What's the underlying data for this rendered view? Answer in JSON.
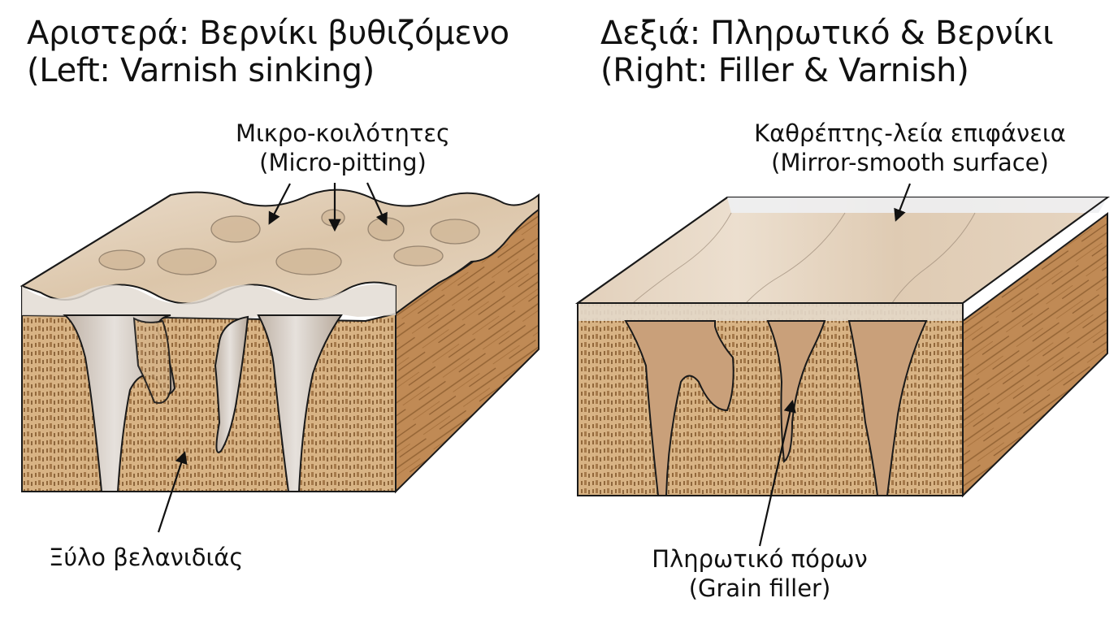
{
  "left_panel": {
    "title_greek": "Αριστερά: Βερνίκι βυθιζόμενο",
    "title_english": "(Left: Varnish sinking)",
    "callout_top": {
      "greek": "Μικρο-κοιλότητες",
      "english": "(Micro-pitting)"
    },
    "callout_bottom": {
      "greek": "Ξύλο βελανιδιάς"
    }
  },
  "right_panel": {
    "title_greek": "Δεξιά: Πληρωτικό & Βερνίκι",
    "title_english": "(Right: Filler & Varnish)",
    "callout_top": {
      "greek": "Καθρέπτης-λεία επιφάνεια",
      "english": "(Mirror-smooth surface)"
    },
    "callout_bottom": {
      "greek": "Πληρωτικό πόρων",
      "english": "(Grain filler)"
    }
  },
  "colors": {
    "end_grain": "#d8b384",
    "end_grain_marks": "#7a4f22",
    "side_wood": "#c08a55",
    "side_wood_grain": "#8a5a2b",
    "varnish_top": "#e4d2bb",
    "varnish_clear": "#e9ecef",
    "varnish_drip": "#c9bdb0",
    "filler": "#c9a07a",
    "outline": "#1a1a1a"
  }
}
